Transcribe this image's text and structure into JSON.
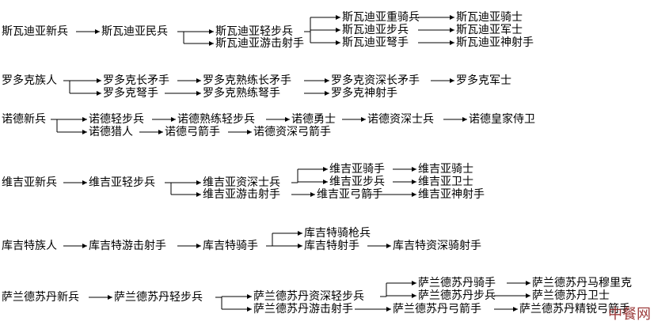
{
  "trees": [
    {
      "id": "sturgia",
      "nodes": [
        "斯瓦迪亚新兵",
        "斯瓦迪亚民兵",
        "斯瓦迪亚轻步兵",
        "斯瓦迪亚游击射手",
        "斯瓦迪亚重骑兵",
        "斯瓦迪亚步兵",
        "斯瓦迪亚弩手",
        "斯瓦迪亚骑士",
        "斯瓦迪亚军士",
        "斯瓦迪亚神射手"
      ]
    },
    {
      "id": "rhodok",
      "nodes": [
        "罗多克族人",
        "罗多克长矛手",
        "罗多克弩手",
        "罗多克熟练长矛手",
        "罗多克熟练弩手",
        "罗多克资深长矛手",
        "罗多克神射手",
        "罗多克军士"
      ]
    },
    {
      "id": "nord",
      "nodes": [
        "诺德新兵",
        "诺德轻步兵",
        "诺德猎人",
        "诺德熟练轻步兵",
        "诺德弓箭手",
        "诺德勇士",
        "诺德资深弓箭手",
        "诺德资深士兵",
        "诺德皇家侍卫"
      ]
    },
    {
      "id": "vaegir",
      "nodes": [
        "维吉亚新兵",
        "维吉亚轻步兵",
        "维吉亚资深士兵",
        "维吉亚游击射手",
        "维吉亚骑手",
        "维吉亚步兵",
        "维吉亚弓箭手",
        "维吉亚骑士",
        "维吉亚卫士",
        "维吉亚神射手"
      ]
    },
    {
      "id": "khergit",
      "nodes": [
        "库吉特族人",
        "库吉特游击射手",
        "库吉特骑手",
        "库吉特骑枪兵",
        "库吉特射手",
        "库吉特资深骑射手"
      ]
    },
    {
      "id": "sarranid",
      "nodes": [
        "萨兰德苏丹新兵",
        "萨兰德苏丹轻步兵",
        "萨兰德苏丹资深轻步兵",
        "萨兰德苏丹游击射手",
        "萨兰德苏丹骑手",
        "萨兰德苏丹步兵",
        "萨兰德苏丹弓箭手",
        "萨兰德苏丹马穆里克",
        "萨兰德苏丹卫士",
        "萨兰德苏丹精锐弓箭手"
      ]
    }
  ],
  "watermark": "中餐网",
  "colors": {
    "line": "#000000",
    "text": "#000000",
    "watermark": "#8b1a1a"
  }
}
